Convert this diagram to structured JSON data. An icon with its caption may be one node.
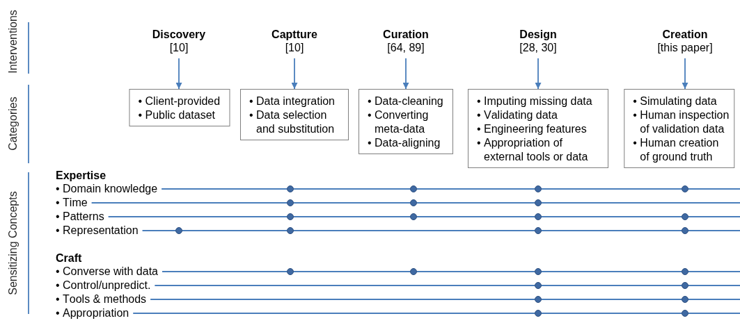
{
  "diagram": {
    "nodes": [
      {
        "text": [
          "Discovery",
          "[10]"
        ]
      },
      {
        "text": [
          "Captture",
          "[10]"
        ]
      },
      {
        "text": [
          "Curation",
          "[64, 89]"
        ]
      },
      {
        "text": [
          "Design",
          "[28, 30]"
        ]
      },
      {
        "text": [
          "Creation",
          "[this paper]"
        ]
      },
      {
        "text": [
          "• Client-provided",
          "• Public dataset"
        ]
      },
      {
        "text": [
          "• Data integration",
          "• Data selection and substitution"
        ]
      },
      {
        "text": [
          "• Data-cleaning",
          "• Converting meta-data",
          "• Data-aligning"
        ]
      },
      {
        "text": [
          "• Imputing missing data",
          "• Validating data",
          "• Engineering features",
          "• Appropriation of external tools or data"
        ]
      },
      {
        "text": [
          "• Simulating data",
          "• Human inspection of validation data",
          "• Human creation of ground truth"
        ]
      },
      {
        "text": [
          "• Domain knowledge"
        ]
      },
      {
        "text": [],
        "shape": "circle"
      },
      {
        "text": [],
        "shape": "circle"
      },
      {
        "text": [],
        "shape": "circle"
      },
      {
        "text": [],
        "shape": "circle"
      },
      {
        "text": [
          "• Time"
        ]
      },
      {
        "text": [],
        "shape": "circle"
      },
      {
        "text": [],
        "shape": "circle"
      },
      {
        "text": [],
        "shape": "circle"
      },
      {
        "text": [
          "• Patterns"
        ]
      },
      {
        "text": [],
        "shape": "circle"
      },
      {
        "text": [],
        "shape": "circle"
      },
      {
        "text": [],
        "shape": "circle"
      },
      {
        "text": [],
        "shape": "circle"
      },
      {
        "text": [
          "• Representation"
        ]
      },
      {
        "text": [],
        "shape": "circle"
      },
      {
        "text": [],
        "shape": "circle"
      },
      {
        "text": [],
        "shape": "circle"
      },
      {
        "text": [],
        "shape": "circle"
      },
      {
        "text": [
          "• Converse with data"
        ]
      },
      {
        "text": [],
        "shape": "circle"
      },
      {
        "text": [],
        "shape": "circle"
      },
      {
        "text": [],
        "shape": "circle"
      },
      {
        "text": [],
        "shape": "circle"
      },
      {
        "text": [
          "• Control/unpredict."
        ]
      },
      {
        "text": [],
        "shape": "circle"
      },
      {
        "text": [],
        "shape": "circle"
      },
      {
        "text": [
          "• Tools & methods"
        ]
      },
      {
        "text": [],
        "shape": "circle"
      },
      {
        "text": [],
        "shape": "circle"
      },
      {
        "text": [
          "• Appropriation"
        ]
      },
      {
        "text": [],
        "shape": "circle"
      },
      {
        "text": [],
        "shape": "circle"
      }
    ],
    "edges": [
      {
        "from": 0,
        "to": 5,
        "arrow": "to"
      },
      {
        "from": 1,
        "to": 6,
        "arrow": "to"
      },
      {
        "from": 2,
        "to": 7,
        "arrow": "to"
      },
      {
        "from": 3,
        "to": 8,
        "arrow": "to"
      },
      {
        "from": 4,
        "to": 9,
        "arrow": "to"
      },
      {
        "from": 10,
        "to": 11,
        "arrow": "none"
      },
      {
        "from": 11,
        "to": 12,
        "arrow": "none"
      },
      {
        "from": 12,
        "to": 13,
        "arrow": "none"
      },
      {
        "from": 13,
        "to": 14,
        "arrow": "none"
      },
      {
        "from": 14,
        "to": null,
        "arrow": "none"
      },
      {
        "from": 15,
        "to": 16,
        "arrow": "none"
      },
      {
        "from": 16,
        "to": 17,
        "arrow": "none"
      },
      {
        "from": 17,
        "to": 18,
        "arrow": "none"
      },
      {
        "from": 18,
        "to": null,
        "arrow": "none"
      },
      {
        "from": 19,
        "to": 20,
        "arrow": "none"
      },
      {
        "from": 20,
        "to": 21,
        "arrow": "none"
      },
      {
        "from": 21,
        "to": 22,
        "arrow": "none"
      },
      {
        "from": 22,
        "to": 23,
        "arrow": "none"
      },
      {
        "from": 23,
        "to": null,
        "arrow": "none"
      },
      {
        "from": 24,
        "to": 25,
        "arrow": "none"
      },
      {
        "from": 25,
        "to": 26,
        "arrow": "none"
      },
      {
        "from": 26,
        "to": 27,
        "arrow": "none"
      },
      {
        "from": 27,
        "to": 28,
        "arrow": "none"
      },
      {
        "from": 28,
        "to": null,
        "arrow": "none"
      },
      {
        "from": 29,
        "to": 30,
        "arrow": "none"
      },
      {
        "from": 30,
        "to": 31,
        "arrow": "none"
      },
      {
        "from": 31,
        "to": 32,
        "arrow": "none"
      },
      {
        "from": 32,
        "to": 33,
        "arrow": "none"
      },
      {
        "from": 33,
        "to": null,
        "arrow": "none"
      },
      {
        "from": 34,
        "to": 35,
        "arrow": "none"
      },
      {
        "from": 35,
        "to": 36,
        "arrow": "none"
      },
      {
        "from": 36,
        "to": null,
        "arrow": "none"
      },
      {
        "from": 37,
        "to": 38,
        "arrow": "none"
      },
      {
        "from": 38,
        "to": 39,
        "arrow": "none"
      },
      {
        "from": 39,
        "to": null,
        "arrow": "none"
      },
      {
        "from": 40,
        "to": 41,
        "arrow": "none"
      },
      {
        "from": 41,
        "to": 42,
        "arrow": "none"
      },
      {
        "from": 42,
        "to": null,
        "arrow": "none"
      }
    ],
    "labels": [
      "Interventions",
      "Categories",
      "Sensitizing Concepts",
      "Expertise",
      "Craft"
    ]
  }
}
